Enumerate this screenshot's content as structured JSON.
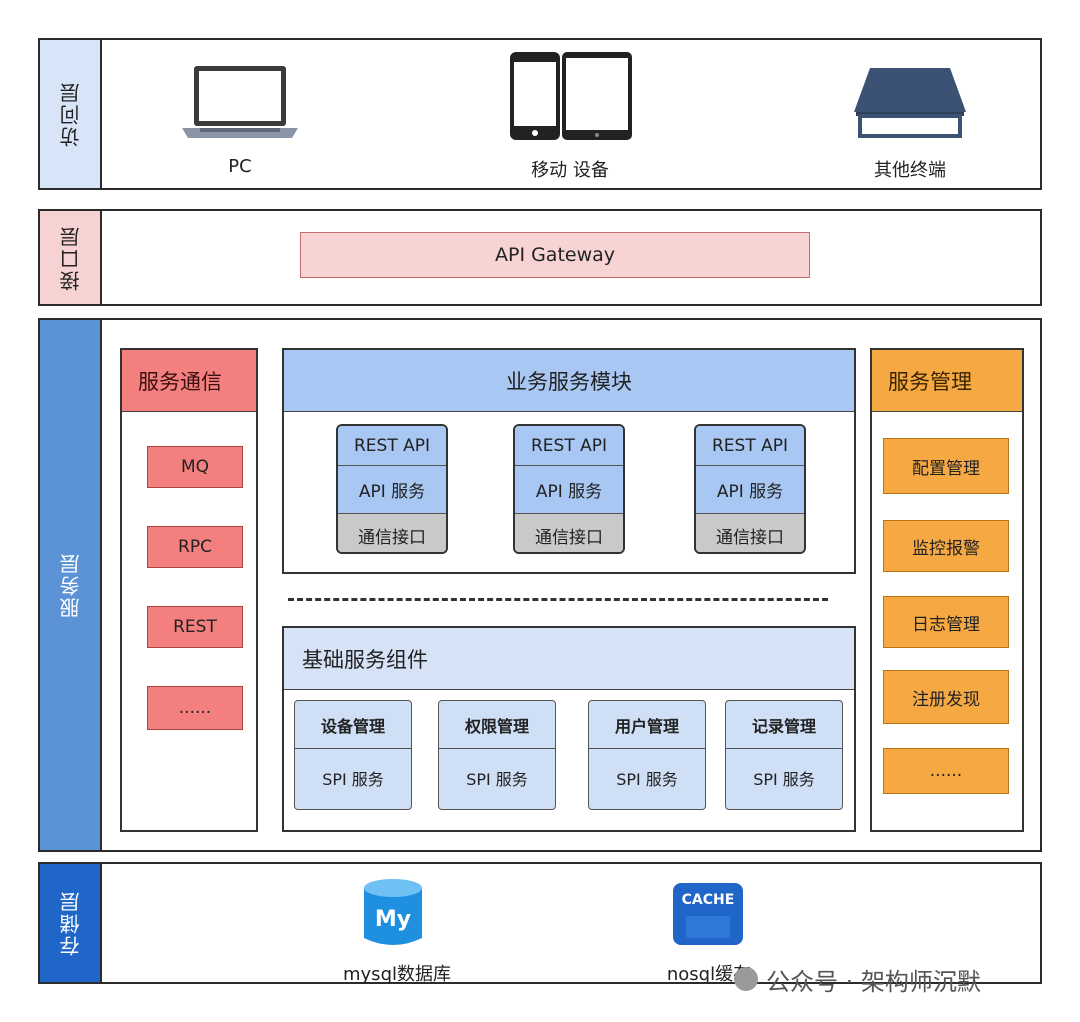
{
  "layers": {
    "access": "访问层",
    "interface": "接口层",
    "service": "服务层",
    "storage": "存储层"
  },
  "devices": {
    "pc": "PC",
    "mobile": "移动  设备",
    "other": "其他终端"
  },
  "gateway": "API Gateway",
  "comm": {
    "title": "服务通信",
    "items": [
      "MQ",
      "RPC",
      "REST",
      "......"
    ]
  },
  "business": {
    "title": "业务服务模块",
    "cards": [
      {
        "rest": "REST API",
        "api": "API 服务",
        "comm": "通信接口"
      },
      {
        "rest": "REST API",
        "api": "API 服务",
        "comm": "通信接口"
      },
      {
        "rest": "REST API",
        "api": "API 服务",
        "comm": "通信接口"
      }
    ]
  },
  "base": {
    "title": "基础服务组件",
    "cards": [
      {
        "name": "设备管理",
        "spi": "SPI 服务"
      },
      {
        "name": "权限管理",
        "spi": "SPI 服务"
      },
      {
        "name": "用户管理",
        "spi": "SPI 服务"
      },
      {
        "name": "记录管理",
        "spi": "SPI 服务"
      }
    ]
  },
  "mgmt": {
    "title": "服务管理",
    "items": [
      "配置管理",
      "监控报警",
      "日志管理",
      "注册发现",
      "......"
    ]
  },
  "storage": {
    "mysql_logo": "My",
    "mysql": "mysql数据库",
    "cache_logo": "CACHE",
    "nosql": "nosql缓存"
  },
  "watermark": "公众号 · 架构师沉默",
  "colors": {
    "red": "#f47f7f",
    "orange": "#f6a943",
    "blue": "#a8c7f2",
    "light_blue": "#d6e3f7",
    "gateway_pink": "#f7d3d3",
    "service_label": "#5b93d6",
    "storage_label": "#1f66c8"
  }
}
